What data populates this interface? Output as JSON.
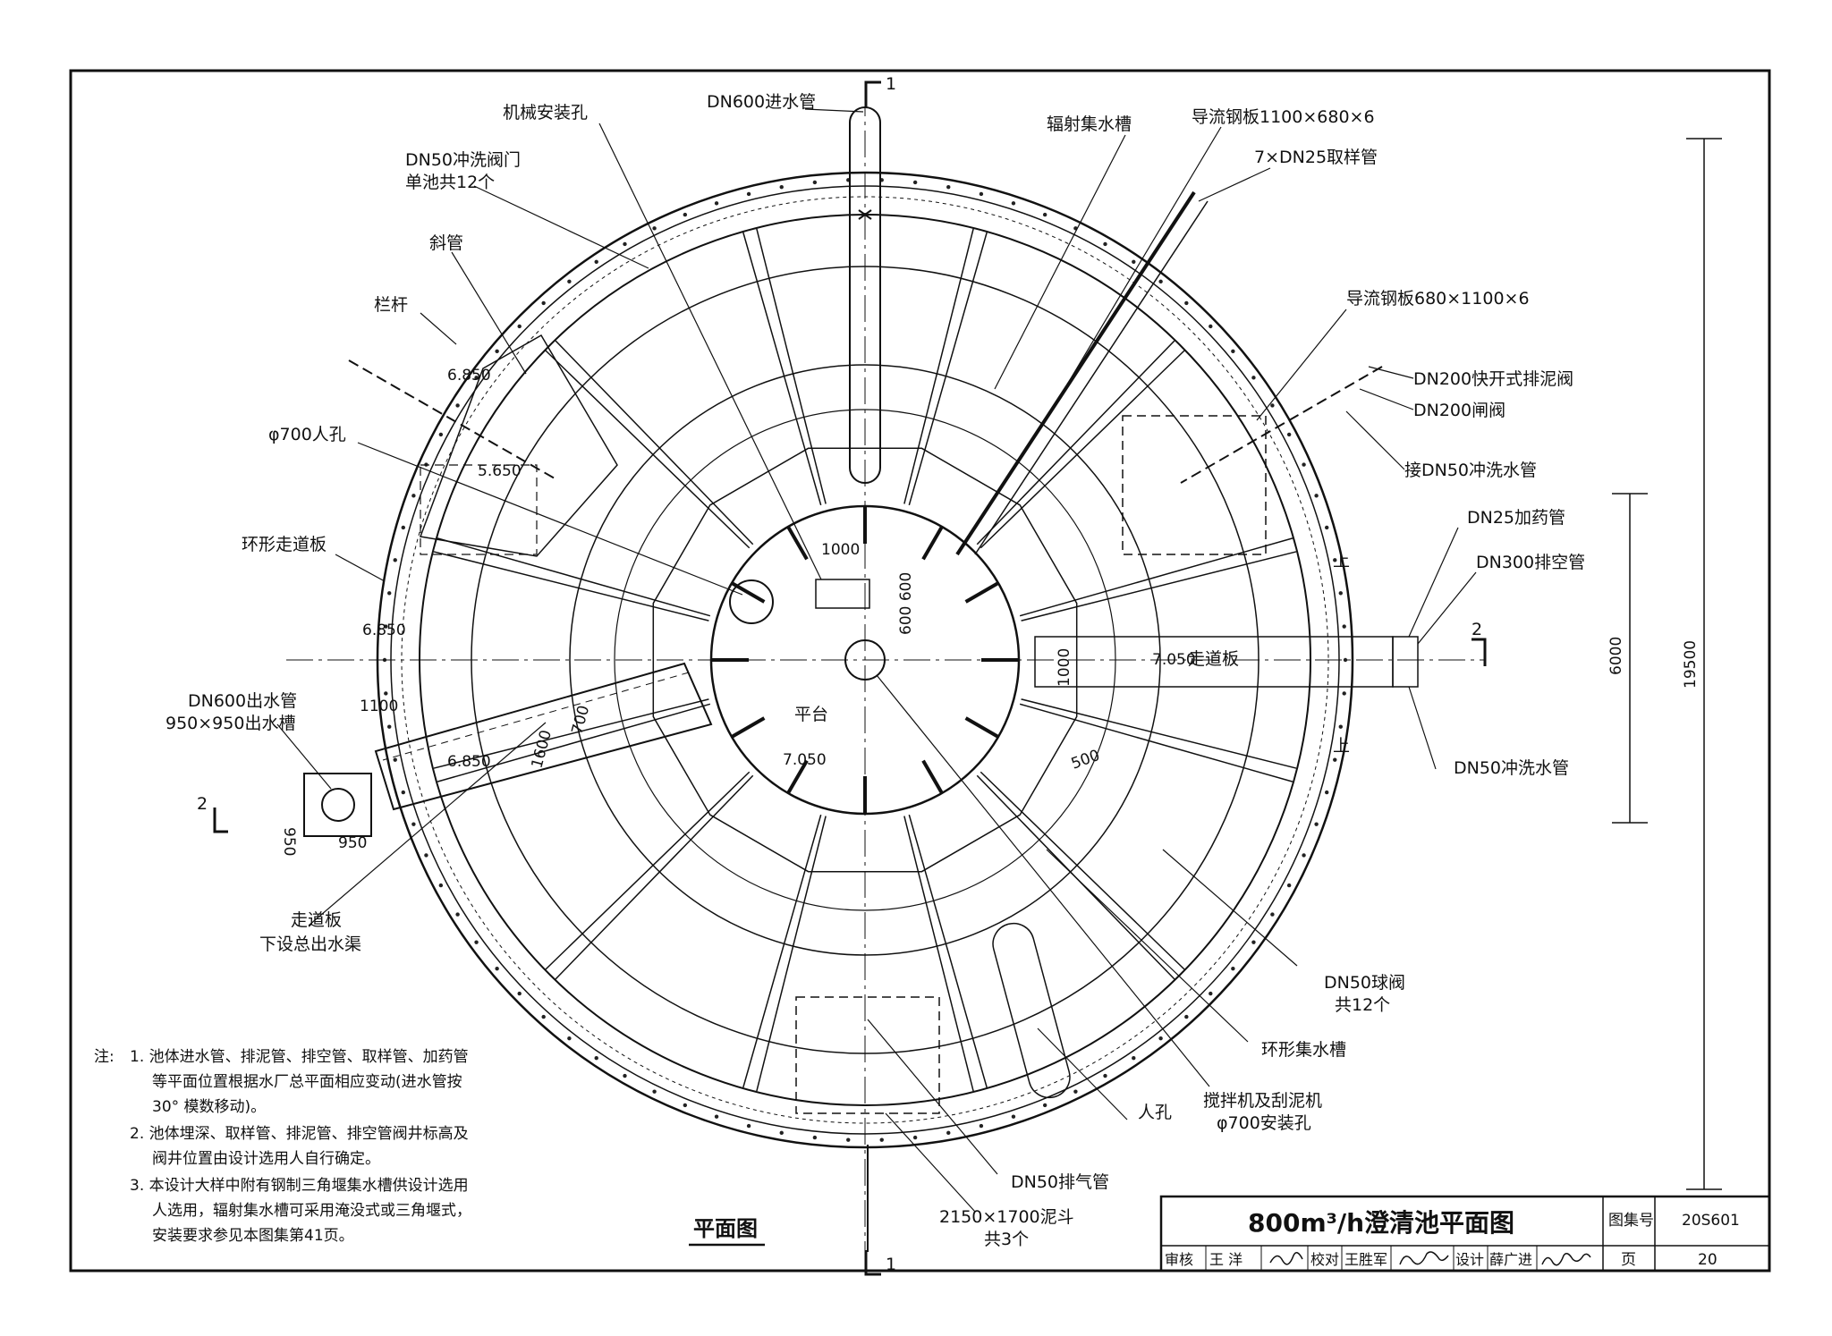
{
  "drawing": {
    "title": "800m³/h澄清池平面图",
    "view_title": "平面图",
    "atlas_label": "图集号",
    "atlas_number": "20S601",
    "page_label": "页",
    "page_number": "20",
    "review_label": "审核",
    "reviewer": "王 洋",
    "check_label": "校对",
    "checker": "王胜军",
    "design_label": "设计",
    "designer": "薛广进"
  },
  "callouts": {
    "inlet_pipe": "DN600进水管",
    "mech_hole": "机械安装孔",
    "radial_trough": "辐射集水槽",
    "baffle1": "导流钢板1100×680×6",
    "sampling": "7×DN25取样管",
    "flush_valve": "DN50冲洗阀门",
    "flush_valve_count": "单池共12个",
    "inclined_tube": "斜管",
    "railing": "栏杆",
    "baffle2": "导流钢板680×1100×6",
    "quick_valve": "DN200快开式排泥阀",
    "gate_valve": "DN200闸阀",
    "flush_connect": "接DN50冲洗水管",
    "manhole700": "φ700人孔",
    "walkway_ring": "环形走道板",
    "dosing": "DN25加药管",
    "drain": "DN300排空管",
    "outlet_pipe": "DN600出水管",
    "outlet_trough": "950×950出水槽",
    "flush_pipe": "DN50冲洗水管",
    "walkway": "走道板",
    "main_channel": "下设总出水渠",
    "ball_valve": "DN50球阀",
    "ball_valve_count": "共12个",
    "ring_trough": "环形集水槽",
    "mixer": "搅拌机及刮泥机",
    "mixer_hole": "φ700安装孔",
    "manhole": "人孔",
    "vent": "DN50排气管",
    "hopper": "2150×1700泥斗",
    "hopper_count": "共3个",
    "platform": "平台",
    "walk_board": "走道板",
    "up1": "上",
    "up2": "上"
  },
  "dimensions": {
    "d1000_top": "1000",
    "d600": "600 600",
    "d1000_side": "1000",
    "d1100": "1100",
    "d1600": "1600",
    "d700": "700",
    "d500": "500",
    "d950a": "950",
    "d950b": "950",
    "d6000": "6000",
    "d19500": "19500",
    "el_6850a": "6.850",
    "el_5650": "5.650",
    "el_6850b": "6.850",
    "el_6850c": "6.850",
    "el_7050a": "7.050",
    "el_7050b": "7.050",
    "sec1_top": "1",
    "sec1_bot": "1",
    "sec2_left": "2",
    "sec2_right": "2"
  },
  "notes": {
    "prefix": "注:",
    "n1_l1": "1. 池体进水管、排泥管、排空管、取样管、加药管",
    "n1_l2": "等平面位置根据水厂总平面相应变动(进水管按",
    "n1_l3": "30° 模数移动)。",
    "n2_l1": "2. 池体埋深、取样管、排泥管、排空管阀井标高及",
    "n2_l2": "阀井位置由设计选用人自行确定。",
    "n3_l1": "3. 本设计大样中附有钢制三角堰集水槽供设计选用",
    "n3_l2": "人选用，辐射集水槽可采用淹没式或三角堰式，",
    "n3_l3": "安装要求参见本图集第41页。"
  }
}
